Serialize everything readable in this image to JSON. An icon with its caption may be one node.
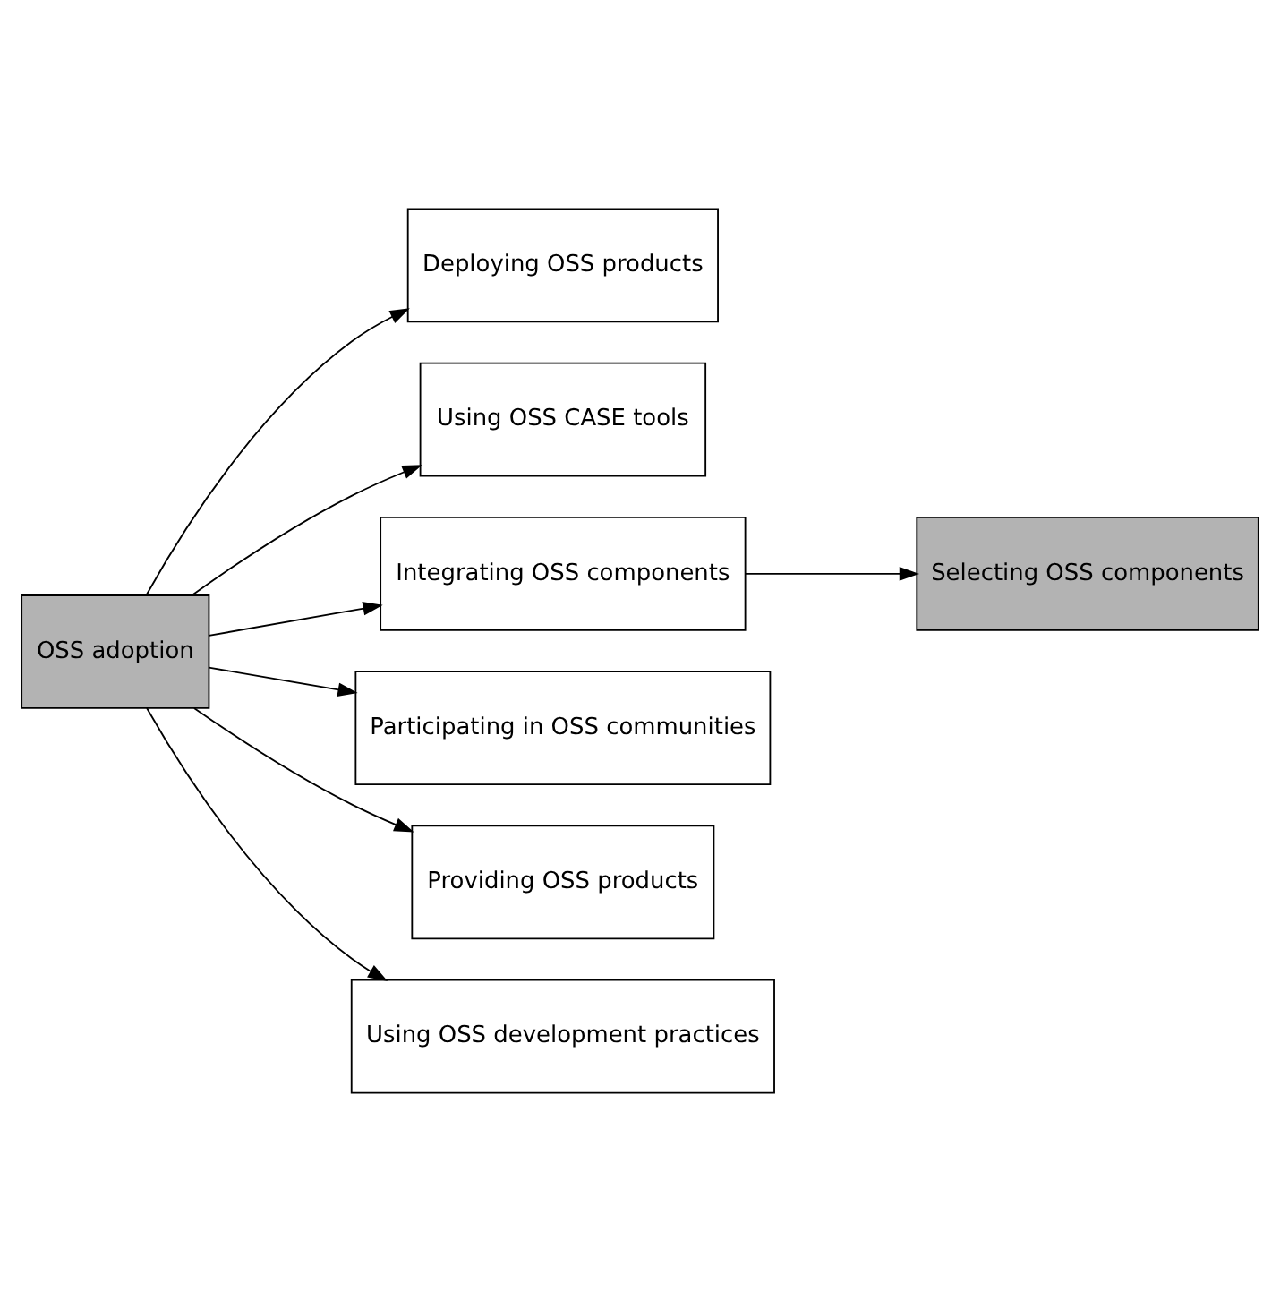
{
  "diagram": {
    "nodes": [
      {
        "text": [
          "OSS adoption"
        ]
      },
      {
        "text": [
          "Deploying OSS products"
        ]
      },
      {
        "text": [
          "Using OSS CASE tools"
        ]
      },
      {
        "text": [
          "Integrating OSS components"
        ]
      },
      {
        "text": [
          "Participating in OSS communities"
        ]
      },
      {
        "text": [
          "Providing OSS products"
        ]
      },
      {
        "text": [
          "Using OSS development practices"
        ]
      },
      {
        "text": [
          "Selecting OSS components"
        ]
      }
    ],
    "edges": [
      {
        "from": 0,
        "to": 1,
        "arrow": "to"
      },
      {
        "from": 0,
        "to": 2,
        "arrow": "to"
      },
      {
        "from": 0,
        "to": 3,
        "arrow": "to"
      },
      {
        "from": 0,
        "to": 4,
        "arrow": "to"
      },
      {
        "from": 0,
        "to": 5,
        "arrow": "to"
      },
      {
        "from": 0,
        "to": 6,
        "arrow": "to"
      },
      {
        "from": 3,
        "to": 7,
        "arrow": "to"
      }
    ]
  }
}
